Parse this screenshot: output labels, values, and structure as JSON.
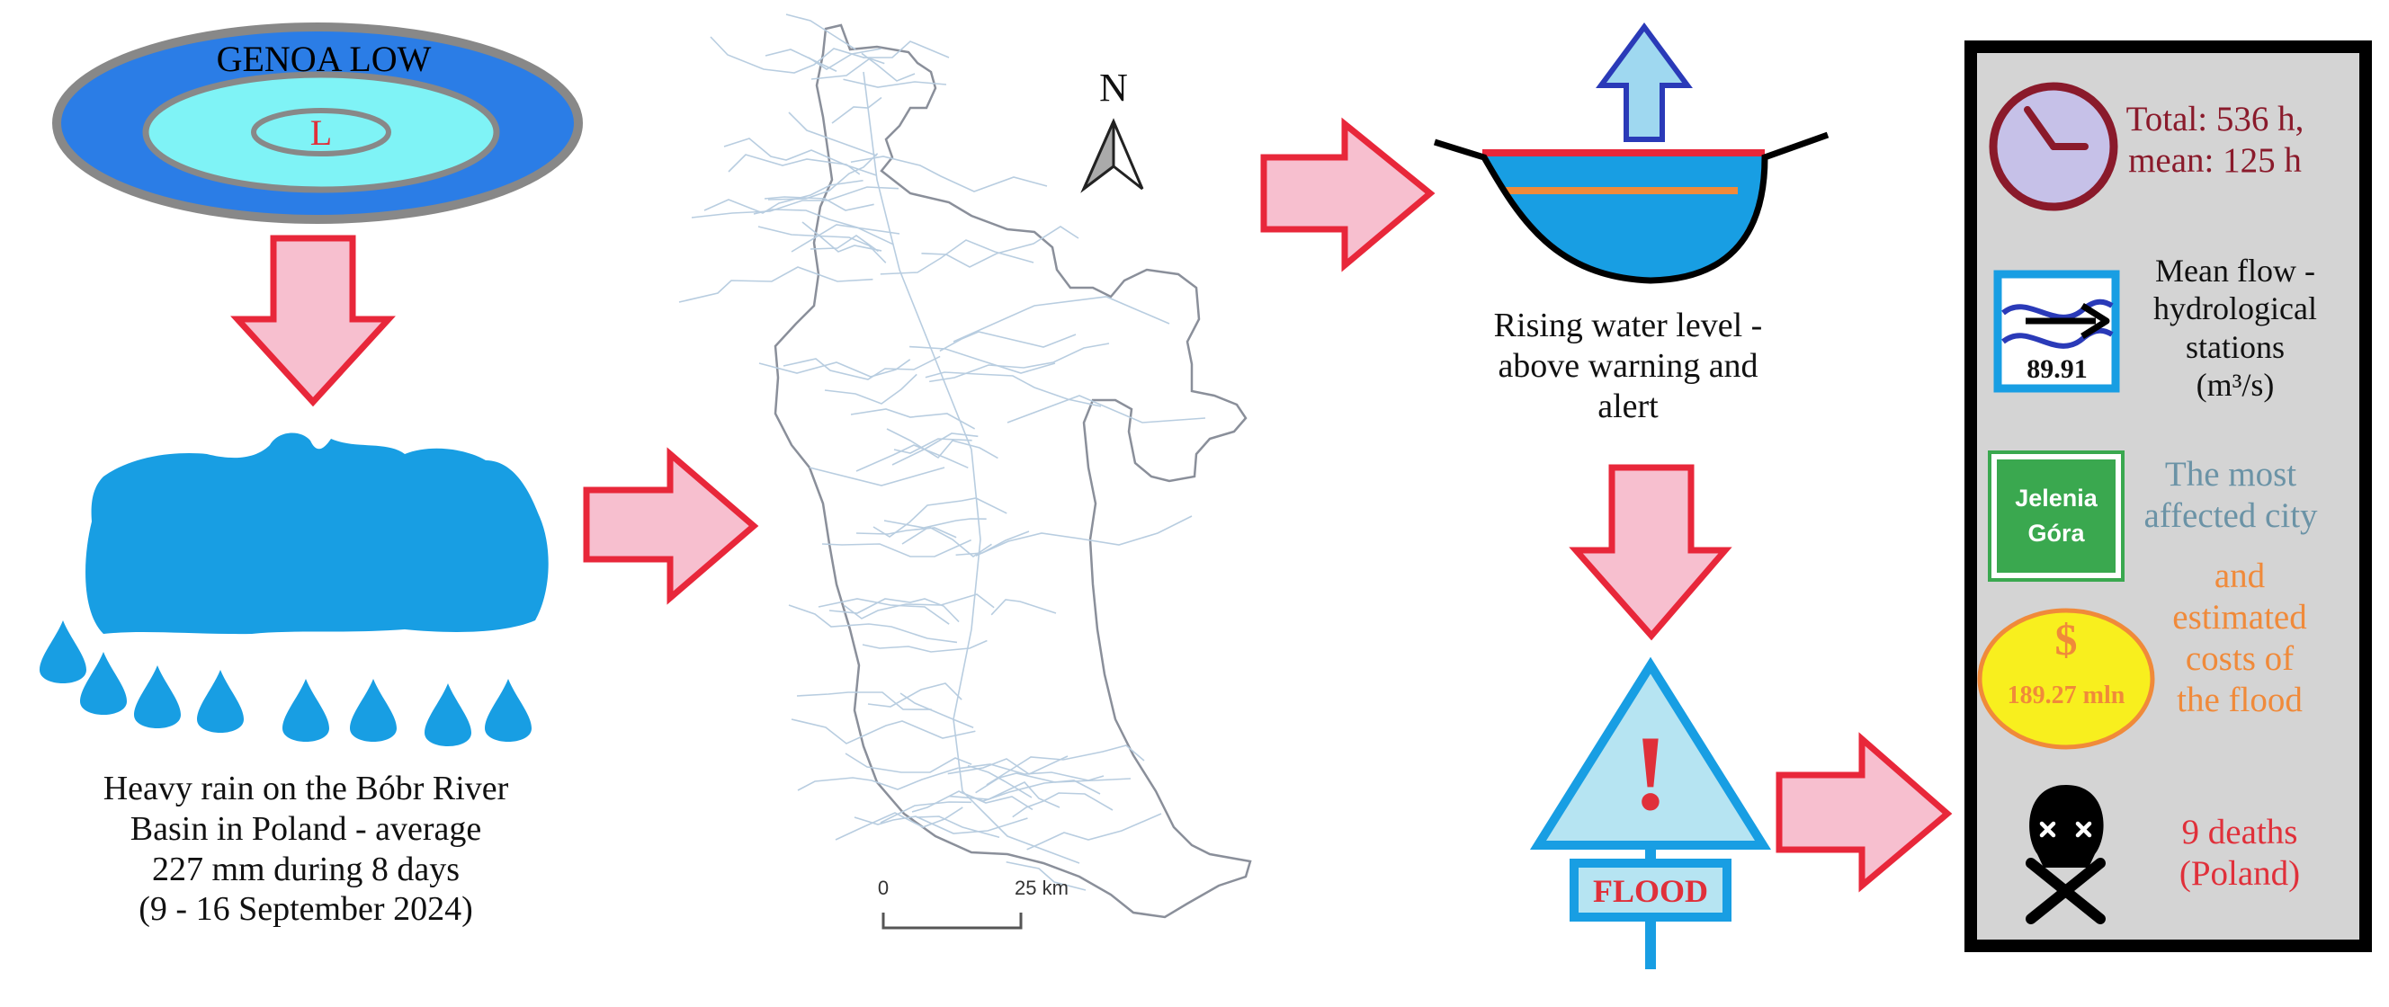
{
  "genoa": {
    "title": "GENOA LOW",
    "center": "L"
  },
  "rain": {
    "caption_lines": [
      "Heavy rain on the Bóbr River",
      "Basin in Poland - average",
      "227 mm during 8 days",
      "(9 - 16 September 2024)"
    ]
  },
  "map": {
    "north": "N",
    "scale_start": "0",
    "scale_end": "25 km"
  },
  "water": {
    "caption_lines": [
      "Rising water level -",
      "above warning and",
      "alert"
    ]
  },
  "flood": {
    "mark": "!",
    "sign": "FLOOD"
  },
  "panel": {
    "time": {
      "lines": [
        "Total: 536 h,",
        "mean: 125 h"
      ]
    },
    "flow": {
      "value": "89.91",
      "lines": [
        "Mean flow -",
        "hydrological",
        "stations",
        "(m³/s)"
      ]
    },
    "city": {
      "sign_lines": [
        "Jelenia",
        "Góra"
      ],
      "lines": [
        "The most",
        "affected city"
      ]
    },
    "cost": {
      "symbol": "$",
      "value": "189.27 mln",
      "lines": [
        "and",
        "estimated",
        "costs of",
        "the flood"
      ]
    },
    "deaths": {
      "lines": [
        "9 deaths",
        "(Poland)"
      ]
    }
  },
  "colors": {
    "arrow_fill": "#f7bfcf",
    "arrow_stroke": "#e8273a",
    "water_blue": "#189ee3",
    "cyan": "#7ff3f6",
    "panel_bg": "#d4d4d4",
    "clock": "#8a1a2b",
    "clock_face": "#c6c1e8",
    "sign_green": "#3aa84f",
    "coin": "#f8ef1e",
    "cost_text": "#f08a3a"
  }
}
